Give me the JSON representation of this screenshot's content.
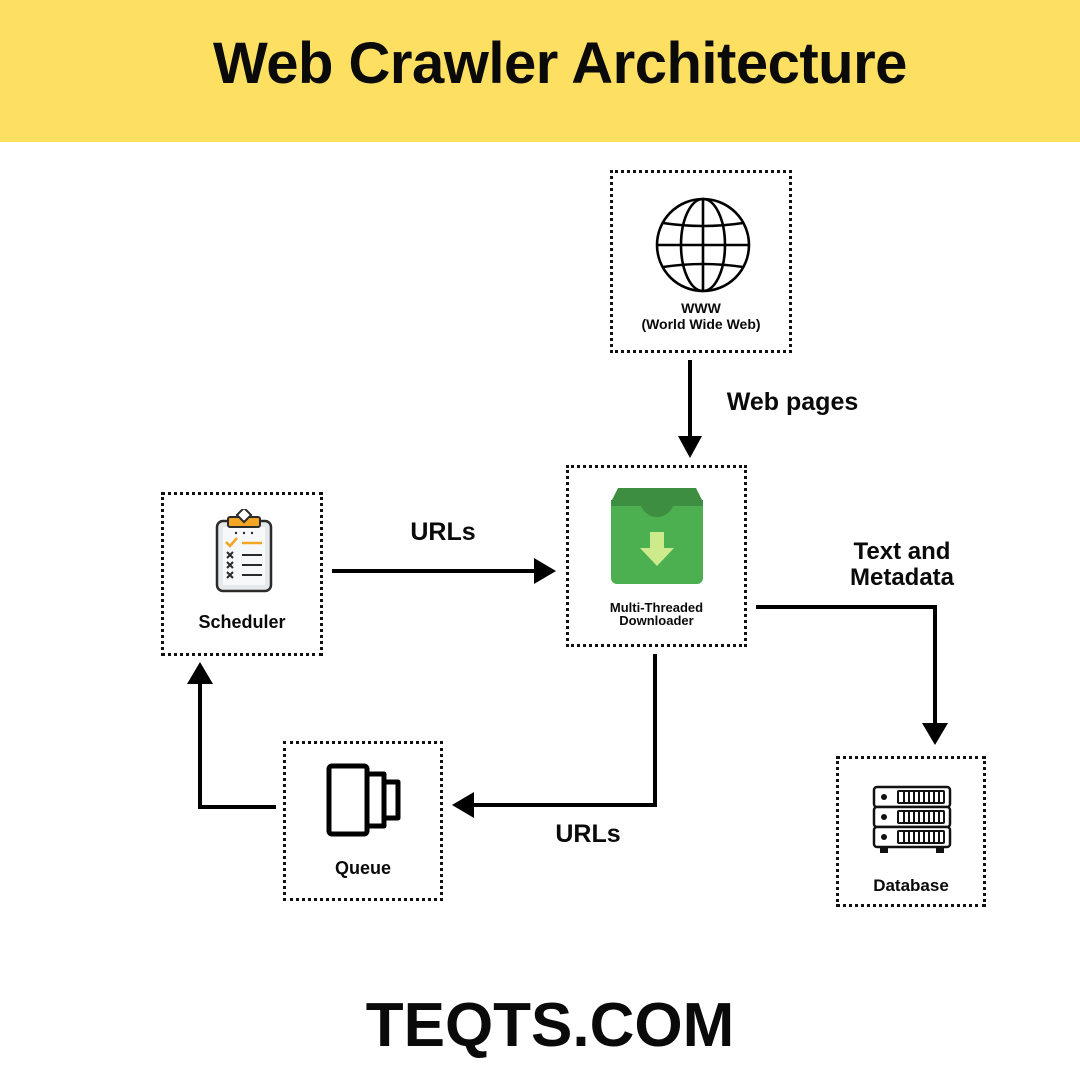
{
  "header": {
    "title": "Web Crawler Architecture",
    "background": "#FDDF62"
  },
  "nodes": {
    "www": {
      "line1": "WWW",
      "line2": "(World Wide Web)",
      "icon": "globe-icon"
    },
    "downloader": {
      "line1": "Multi-Threaded",
      "line2": "Downloader",
      "icon": "download-box-icon",
      "color": "#4CAF50",
      "dark_color": "#3E8E41",
      "arrow_color": "#CDEB8B"
    },
    "scheduler": {
      "label": "Scheduler",
      "icon": "checklist-clipboard-icon",
      "accent": "#F2A623"
    },
    "queue": {
      "label": "Queue",
      "icon": "queue-icon"
    },
    "database": {
      "label": "Database",
      "icon": "server-rack-icon"
    }
  },
  "edges": {
    "www_to_downloader": "Web pages",
    "scheduler_to_downloader": "URLs",
    "downloader_to_database": "Text and\nMetadata",
    "downloader_to_queue": "URLs"
  },
  "footer": {
    "brand": "TEQTS.COM"
  }
}
